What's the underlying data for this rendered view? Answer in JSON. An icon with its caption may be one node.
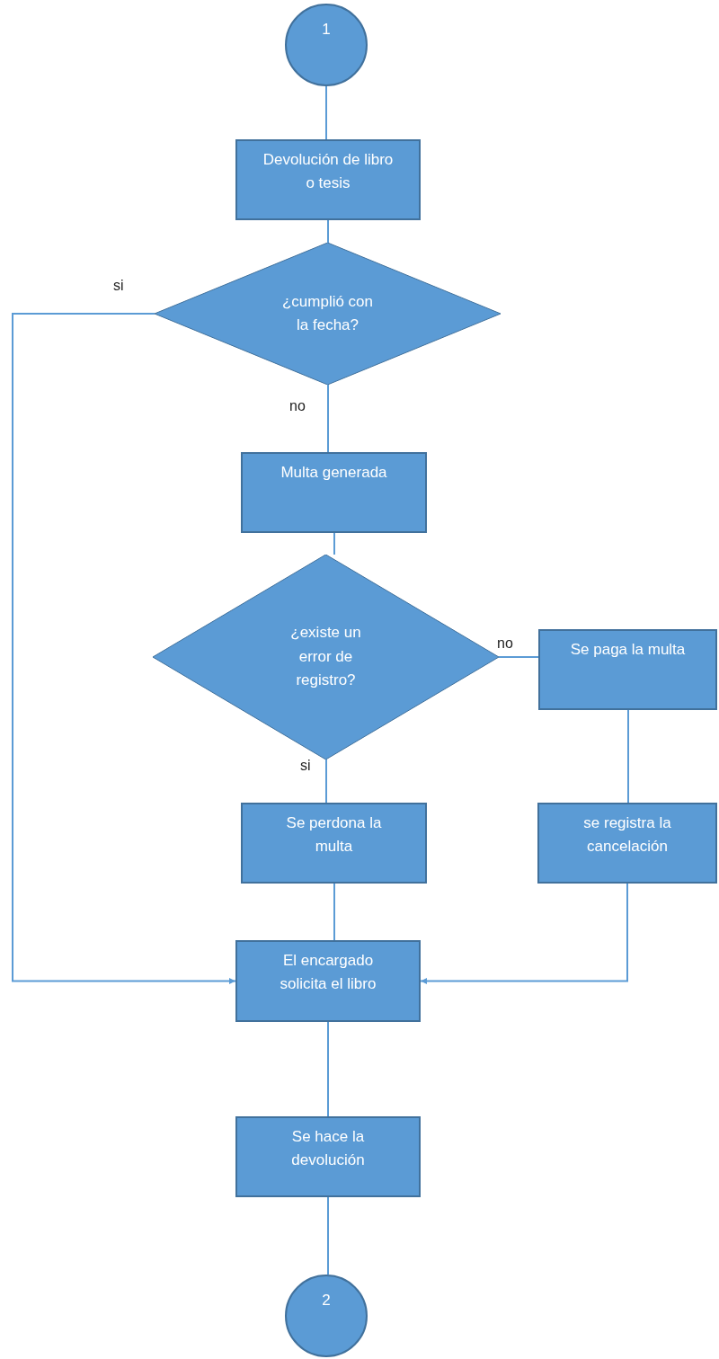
{
  "diagram": {
    "nodes": [
      {
        "text": [
          "1"
        ]
      },
      {
        "text": [
          "Devolución de libro o tesis"
        ]
      },
      {
        "text": [
          "¿cumplió con la fecha?"
        ]
      },
      {
        "text": [
          "Multa generada"
        ]
      },
      {
        "text": [
          "¿existe un error de registro?"
        ]
      },
      {
        "text": [
          "Se paga la multa"
        ]
      },
      {
        "text": [
          "Se perdona la multa"
        ]
      },
      {
        "text": [
          "se registra la cancelación"
        ]
      },
      {
        "text": [
          "El encargado solicita el libro"
        ]
      },
      {
        "text": [
          "Se hace la devolución"
        ]
      },
      {
        "text": [
          "2"
        ]
      }
    ],
    "edges": [
      {
        "from": 0,
        "to": 1,
        "arrow": "none"
      },
      {
        "from": 1,
        "to": 2,
        "arrow": "none"
      },
      {
        "from": 2,
        "to": 3,
        "arrow": "none",
        "label": "no"
      },
      {
        "from": 2,
        "to": 8,
        "arrow": "to",
        "label": "si"
      },
      {
        "from": 3,
        "to": 4,
        "arrow": "none"
      },
      {
        "from": 4,
        "to": 5,
        "arrow": "none",
        "label": "no"
      },
      {
        "from": 4,
        "to": 6,
        "arrow": "none",
        "label": "si"
      },
      {
        "from": 5,
        "to": 7,
        "arrow": "none"
      },
      {
        "from": 6,
        "to": 8,
        "arrow": "none"
      },
      {
        "from": 7,
        "to": 8,
        "arrow": "to"
      },
      {
        "from": 8,
        "to": 9,
        "arrow": "none"
      },
      {
        "from": 9,
        "to": 10,
        "arrow": "none"
      }
    ]
  }
}
